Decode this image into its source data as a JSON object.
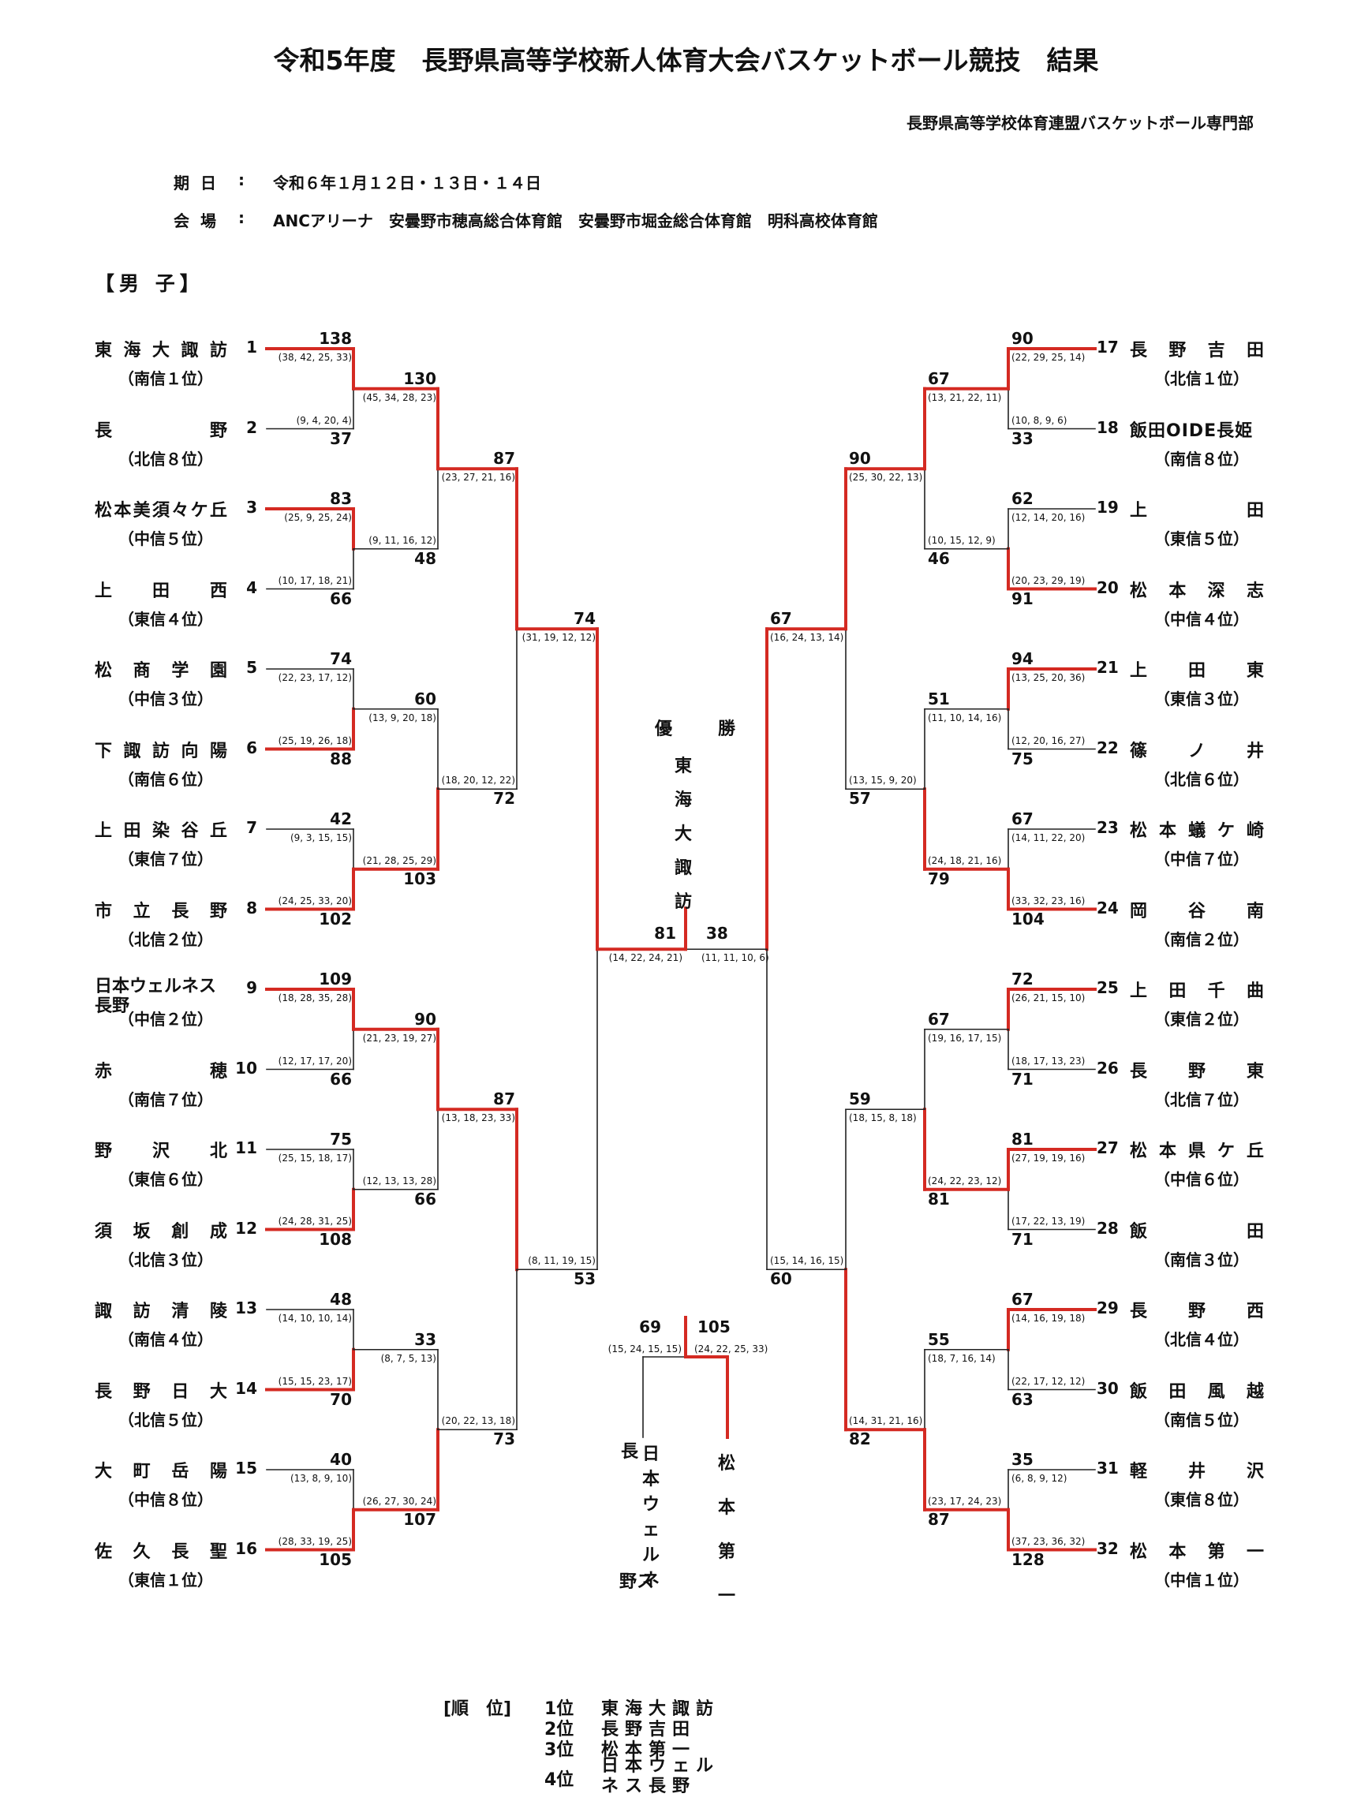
{
  "title": "令和5年度　長野県高等学校新人体育大会バスケットボール競技　結果",
  "organizer": "長野県高等学校体育連盟バスケットボール専門部",
  "info": {
    "date_label": "期日",
    "date_value": "令和６年１月１２日・１３日・１４日",
    "venue_label": "会場",
    "venue_value": "ANCアリーナ　安曇野市穂高総合体育館　安曇野市堀金総合体育館　明科高校体育館",
    "colon": ":"
  },
  "section_label": "【男 子】",
  "left_teams": [
    {
      "seed": "1",
      "name": "東海大諏訪",
      "region": "（南信１位）"
    },
    {
      "seed": "2",
      "name": "長野",
      "region": "（北信８位）"
    },
    {
      "seed": "3",
      "name": "松本美須々ケ丘",
      "region": "（中信５位）"
    },
    {
      "seed": "4",
      "name": "上田西",
      "region": "（東信４位）"
    },
    {
      "seed": "5",
      "name": "松商学園",
      "region": "（中信３位）"
    },
    {
      "seed": "6",
      "name": "下諏訪向陽",
      "region": "（南信６位）"
    },
    {
      "seed": "7",
      "name": "上田染谷丘",
      "region": "（東信７位）"
    },
    {
      "seed": "8",
      "name": "市立長野",
      "region": "（北信２位）"
    },
    {
      "seed": "9",
      "name": "日本ウェルネス長野",
      "region": "（中信２位）"
    },
    {
      "seed": "10",
      "name": "赤穂",
      "region": "（南信７位）"
    },
    {
      "seed": "11",
      "name": "野沢北",
      "region": "（東信６位）"
    },
    {
      "seed": "12",
      "name": "須坂創成",
      "region": "（北信３位）"
    },
    {
      "seed": "13",
      "name": "諏訪清陵",
      "region": "（南信４位）"
    },
    {
      "seed": "14",
      "name": "長野日大",
      "region": "（北信５位）"
    },
    {
      "seed": "15",
      "name": "大町岳陽",
      "region": "（中信８位）"
    },
    {
      "seed": "16",
      "name": "佐久長聖",
      "region": "（東信１位）"
    }
  ],
  "right_teams": [
    {
      "seed": "17",
      "name": "長野吉田",
      "region": "（北信１位）"
    },
    {
      "seed": "18",
      "name": "飯田OIDE長姫",
      "region": "（南信８位）"
    },
    {
      "seed": "19",
      "name": "上田",
      "region": "（東信５位）"
    },
    {
      "seed": "20",
      "name": "松本深志",
      "region": "（中信４位）"
    },
    {
      "seed": "21",
      "name": "上田東",
      "region": "（東信３位）"
    },
    {
      "seed": "22",
      "name": "篠ノ井",
      "region": "（北信６位）"
    },
    {
      "seed": "23",
      "name": "松本蟻ケ崎",
      "region": "（中信７位）"
    },
    {
      "seed": "24",
      "name": "岡谷南",
      "region": "（南信２位）"
    },
    {
      "seed": "25",
      "name": "上田千曲",
      "region": "（東信２位）"
    },
    {
      "seed": "26",
      "name": "長野東",
      "region": "（北信７位）"
    },
    {
      "seed": "27",
      "name": "松本県ケ丘",
      "region": "（中信６位）"
    },
    {
      "seed": "28",
      "name": "飯田",
      "region": "（南信３位）"
    },
    {
      "seed": "29",
      "name": "長野西",
      "region": "（北信４位）"
    },
    {
      "seed": "30",
      "name": "飯田風越",
      "region": "（南信５位）"
    },
    {
      "seed": "31",
      "name": "軽井沢",
      "region": "（東信８位）"
    },
    {
      "seed": "32",
      "name": "松本第一",
      "region": "（中信１位）"
    }
  ],
  "left_r1": [
    {
      "top": {
        "score": "138",
        "q": "(38, 42, 25, 33)"
      },
      "bot": {
        "score": "37",
        "q": "(9, 4, 20, 4)"
      },
      "winner": "top"
    },
    {
      "top": {
        "score": "83",
        "q": "(25, 9, 25, 24)"
      },
      "bot": {
        "score": "66",
        "q": "(10, 17, 18, 21)"
      },
      "winner": "top"
    },
    {
      "top": {
        "score": "74",
        "q": "(22, 23, 17, 12)"
      },
      "bot": {
        "score": "88",
        "q": "(25, 19, 26, 18)"
      },
      "winner": "bot"
    },
    {
      "top": {
        "score": "42",
        "q": "(9, 3, 15, 15)"
      },
      "bot": {
        "score": "102",
        "q": "(24, 25, 33, 20)"
      },
      "winner": "bot"
    },
    {
      "top": {
        "score": "109",
        "q": "(18, 28, 35, 28)"
      },
      "bot": {
        "score": "66",
        "q": "(12, 17, 17, 20)"
      },
      "winner": "top"
    },
    {
      "top": {
        "score": "75",
        "q": "(25, 15, 18, 17)"
      },
      "bot": {
        "score": "108",
        "q": "(24, 28, 31, 25)"
      },
      "winner": "bot"
    },
    {
      "top": {
        "score": "48",
        "q": "(14, 10, 10, 14)"
      },
      "bot": {
        "score": "70",
        "q": "(15, 15, 23, 17)"
      },
      "winner": "bot"
    },
    {
      "top": {
        "score": "40",
        "q": "(13, 8, 9, 10)"
      },
      "bot": {
        "score": "105",
        "q": "(28, 33, 19, 25)"
      },
      "winner": "bot"
    }
  ],
  "left_r2": [
    {
      "top": {
        "score": "130",
        "q": "(45, 34, 28, 23)"
      },
      "bot": {
        "score": "48",
        "q": "(9, 11, 16, 12)"
      },
      "winner": "top"
    },
    {
      "top": {
        "score": "60",
        "q": "(13, 9, 20, 18)"
      },
      "bot": {
        "score": "103",
        "q": "(21, 28, 25, 29)"
      },
      "winner": "bot"
    },
    {
      "top": {
        "score": "90",
        "q": "(21, 23, 19, 27)"
      },
      "bot": {
        "score": "66",
        "q": "(12, 13, 13, 28)"
      },
      "winner": "top"
    },
    {
      "top": {
        "score": "33",
        "q": "(8, 7, 5, 13)"
      },
      "bot": {
        "score": "107",
        "q": "(26, 27, 30, 24)"
      },
      "winner": "bot"
    }
  ],
  "left_r3": [
    {
      "top": {
        "score": "87",
        "q": "(23, 27, 21, 16)"
      },
      "bot": {
        "score": "72",
        "q": "(18, 20, 12, 22)"
      },
      "winner": "top"
    },
    {
      "top": {
        "score": "87",
        "q": "(13, 18, 23, 33)"
      },
      "bot": {
        "score": "73",
        "q": "(20, 22, 13, 18)"
      },
      "winner": "top"
    }
  ],
  "left_r4": [
    {
      "top": {
        "score": "74",
        "q": "(31, 19, 12, 12)"
      },
      "bot": {
        "score": "53",
        "q": "(8, 11, 19, 15)"
      },
      "winner": "top"
    }
  ],
  "right_r1": [
    {
      "top": {
        "score": "90",
        "q": "(22, 29, 25, 14)"
      },
      "bot": {
        "score": "33",
        "q": "(10, 8, 9, 6)"
      },
      "winner": "top"
    },
    {
      "top": {
        "score": "62",
        "q": "(12, 14, 20, 16)"
      },
      "bot": {
        "score": "91",
        "q": "(20, 23, 29, 19)"
      },
      "winner": "bot"
    },
    {
      "top": {
        "score": "94",
        "q": "(13, 25, 20, 36)"
      },
      "bot": {
        "score": "75",
        "q": "(12, 20, 16, 27)"
      },
      "winner": "top"
    },
    {
      "top": {
        "score": "67",
        "q": "(14, 11, 22, 20)"
      },
      "bot": {
        "score": "104",
        "q": "(33, 32, 23, 16)"
      },
      "winner": "bot"
    },
    {
      "top": {
        "score": "72",
        "q": "(26, 21, 15, 10)"
      },
      "bot": {
        "score": "71",
        "q": "(18, 17, 13, 23)"
      },
      "winner": "top"
    },
    {
      "top": {
        "score": "81",
        "q": "(27, 19, 19, 16)"
      },
      "bot": {
        "score": "71",
        "q": "(17, 22, 13, 19)"
      },
      "winner": "top"
    },
    {
      "top": {
        "score": "67",
        "q": "(14, 16, 19, 18)"
      },
      "bot": {
        "score": "63",
        "q": "(22, 17, 12, 12)"
      },
      "winner": "top"
    },
    {
      "top": {
        "score": "35",
        "q": "(6, 8, 9, 12)"
      },
      "bot": {
        "score": "128",
        "q": "(37, 23, 36, 32)"
      },
      "winner": "bot"
    }
  ],
  "right_r2": [
    {
      "top": {
        "score": "67",
        "q": "(13, 21, 22, 11)"
      },
      "bot": {
        "score": "46",
        "q": "(10, 15, 12, 9)"
      },
      "winner": "top"
    },
    {
      "top": {
        "score": "51",
        "q": "(11, 10, 14, 16)"
      },
      "bot": {
        "score": "79",
        "q": "(24, 18, 21, 16)"
      },
      "winner": "bot"
    },
    {
      "top": {
        "score": "67",
        "q": "(19, 16, 17, 15)"
      },
      "bot": {
        "score": "81",
        "q": "(24, 22, 23, 12)"
      },
      "winner": "bot"
    },
    {
      "top": {
        "score": "55",
        "q": "(18, 7, 16, 14)"
      },
      "bot": {
        "score": "87",
        "q": "(23, 17, 24, 23)"
      },
      "winner": "bot"
    }
  ],
  "right_r3": [
    {
      "top": {
        "score": "90",
        "q": "(25, 30, 22, 13)"
      },
      "bot": {
        "score": "57",
        "q": "(13, 15, 9, 20)"
      },
      "winner": "top"
    },
    {
      "top": {
        "score": "59",
        "q": "(18, 15, 8, 18)"
      },
      "bot": {
        "score": "82",
        "q": "(14, 31, 21, 16)"
      },
      "winner": "bot"
    }
  ],
  "right_r4": [
    {
      "top": {
        "score": "67",
        "q": "(16, 24, 13, 14)"
      },
      "bot": {
        "score": "60",
        "q": "(15, 14, 16, 15)"
      },
      "winner": "top"
    }
  ],
  "final": {
    "left": {
      "score": "81",
      "q": "(14, 22, 24, 21)"
    },
    "right": {
      "score": "38",
      "q": "(11, 11, 10, 6)"
    },
    "winner": "left",
    "champion_label": "優　勝",
    "champion_name": "東海大諏訪"
  },
  "third_place": {
    "left": {
      "score": "69",
      "q": "(15, 24, 15, 15)",
      "name_col1": "長",
      "name_col2": "日本ウェルネ",
      "name_col2b": "野ス"
    },
    "right": {
      "score": "105",
      "q": "(24, 22, 25, 33)",
      "name": "松本第一"
    },
    "winner": "right"
  },
  "rankings": {
    "label": "[順　位]",
    "items": [
      {
        "place": "1位",
        "team": "東海大諏訪"
      },
      {
        "place": "2位",
        "team": "長野吉田"
      },
      {
        "place": "3位",
        "team": "松本第一"
      },
      {
        "place": "4位",
        "team": "日本ウェルネス長野"
      }
    ]
  },
  "colors": {
    "win": "#d42a22",
    "line": "#222222"
  }
}
